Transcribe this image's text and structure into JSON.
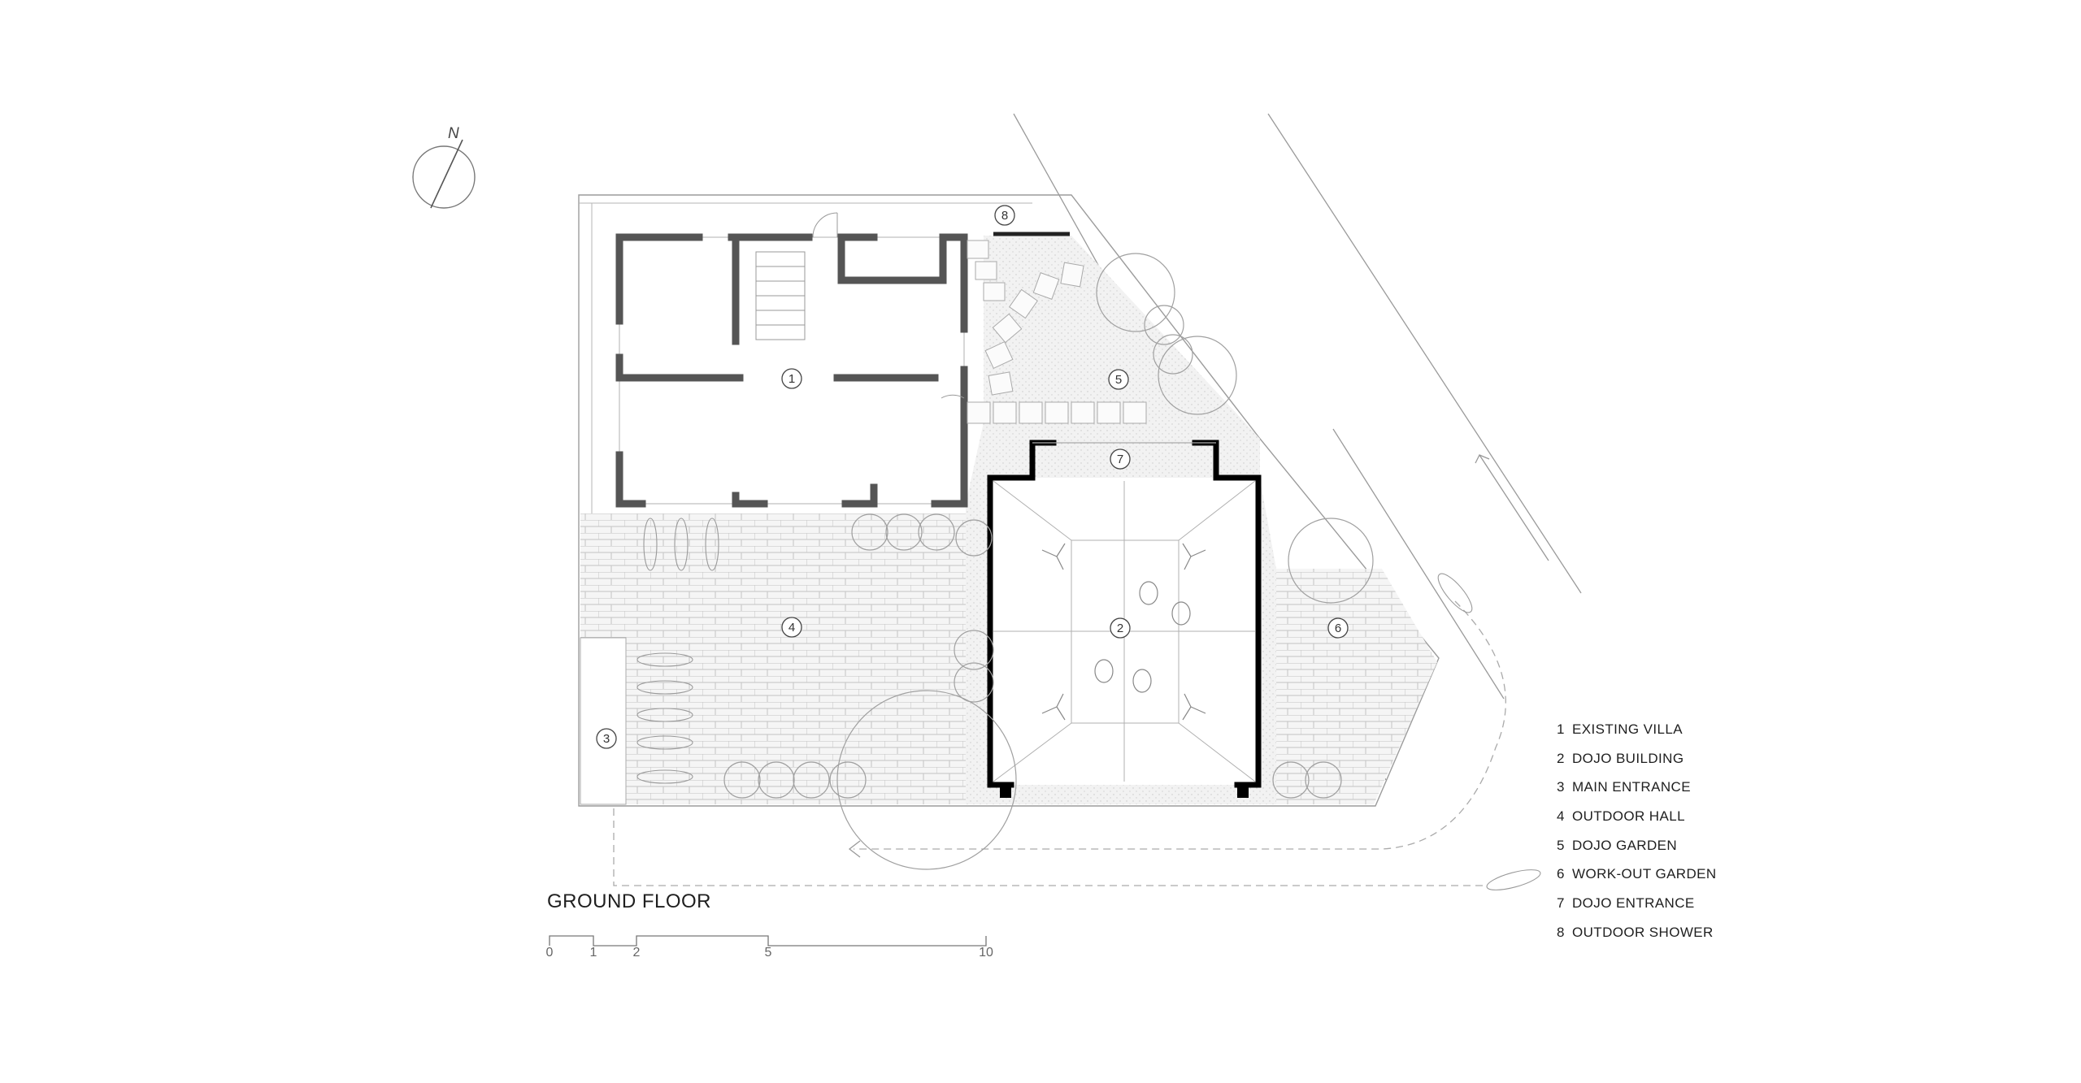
{
  "title": "GROUND FLOOR",
  "north_label": "N",
  "legend": [
    {
      "num": "1",
      "text": "EXISTING VILLA"
    },
    {
      "num": "2",
      "text": "DOJO BUILDING"
    },
    {
      "num": "3",
      "text": "MAIN ENTRANCE"
    },
    {
      "num": "4",
      "text": "OUTDOOR HALL"
    },
    {
      "num": "5",
      "text": "DOJO GARDEN"
    },
    {
      "num": "6",
      "text": "WORK-OUT GARDEN"
    },
    {
      "num": "7",
      "text": "DOJO ENTRANCE"
    },
    {
      "num": "8",
      "text": "OUTDOOR SHOWER"
    }
  ],
  "plan_marks": [
    "1",
    "2",
    "3",
    "4",
    "5",
    "6",
    "7",
    "8"
  ],
  "scale_labels": [
    "0",
    "1",
    "2",
    "5",
    "10"
  ],
  "colors": {
    "wall": "#555555",
    "dojo_wall": "#000000",
    "paving": "#f2f2f2",
    "line": "#8a8a8a"
  }
}
